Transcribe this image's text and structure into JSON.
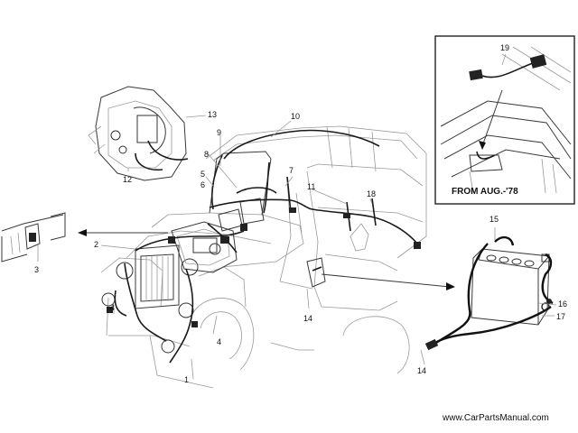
{
  "callouts": {
    "c1": "1",
    "c2": "2",
    "c3": "3",
    "c4a": "4",
    "c4b": "4",
    "c5": "5",
    "c6": "6",
    "c7": "7",
    "c8": "8",
    "c9": "9",
    "c10": "10",
    "c11": "11",
    "c12": "12",
    "c13": "13",
    "c14a": "14",
    "c14b": "14",
    "c15": "15",
    "c16": "16",
    "c17": "17",
    "c18": "18",
    "c19": "19"
  },
  "inset": {
    "note": "FROM AUG.-'78"
  },
  "footer": {
    "website": "www.CarPartsManual.com"
  }
}
